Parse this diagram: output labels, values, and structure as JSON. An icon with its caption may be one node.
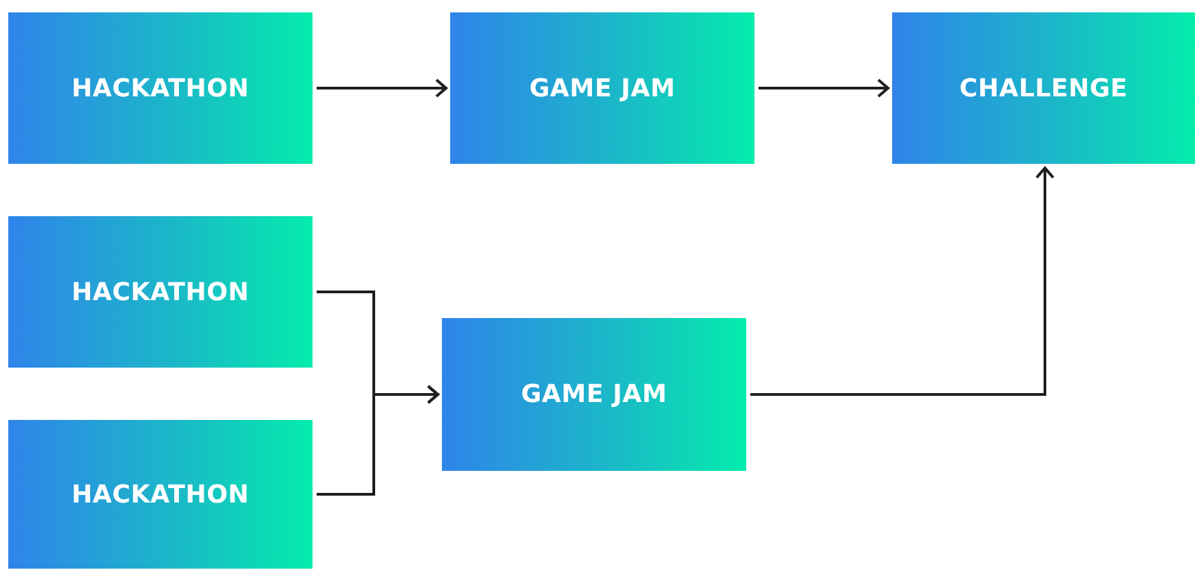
{
  "diagram": {
    "nodes": [
      {
        "text": [
          "HACKATHON"
        ]
      },
      {
        "text": [
          "GAME JAM"
        ]
      },
      {
        "text": [
          "CHALLENGE"
        ]
      },
      {
        "text": [
          "HACKATHON"
        ]
      },
      {
        "text": [
          "GAME JAM"
        ]
      },
      {
        "text": [
          "HACKATHON"
        ]
      }
    ],
    "edges": [
      {
        "from": 0,
        "to": 1,
        "arrow": "to"
      },
      {
        "from": 1,
        "to": 2,
        "arrow": "to"
      },
      {
        "from": 3,
        "to": 4,
        "arrow": "to"
      },
      {
        "from": 5,
        "to": 4,
        "arrow": "to"
      },
      {
        "from": 4,
        "to": 2,
        "arrow": "to"
      }
    ]
  }
}
